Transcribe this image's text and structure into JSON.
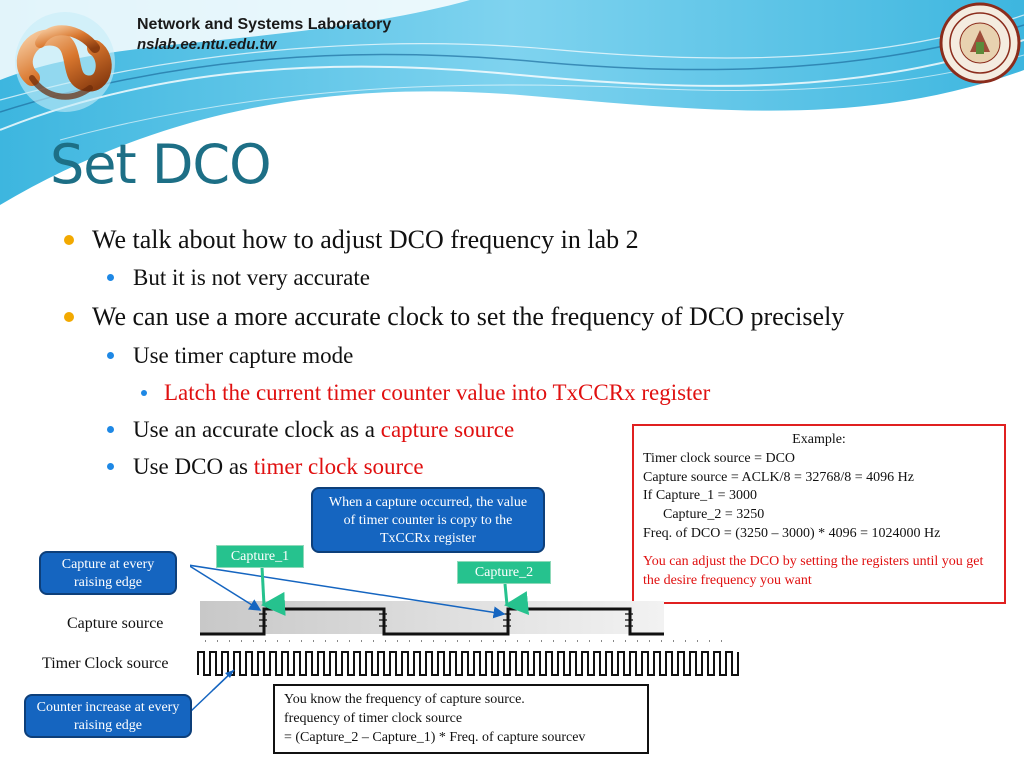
{
  "header": {
    "lab_name": "Network and Systems Laboratory",
    "lab_url": "nslab.ee.ntu.edu.tw",
    "logo_icon": "nslab-infinity-logo-icon",
    "seal_icon": "ntu-seal-icon"
  },
  "slide": {
    "title": "Set DCO",
    "bullets": {
      "b1": "We talk about how to adjust DCO frequency in lab 2",
      "b1_1": "But it is not very accurate",
      "b2": "We can use a more accurate clock to set the frequency of DCO precisely",
      "b2_1": "Use timer capture mode",
      "b2_1_1": "Latch the current timer counter value into TxCCRx register",
      "b2_2_prefix": "Use an accurate clock as a ",
      "b2_2_highlight": "capture source",
      "b2_3_prefix": "Use DCO as ",
      "b2_3_highlight": "timer clock source"
    }
  },
  "example_box": {
    "heading": "Example:",
    "line1": "Timer clock source = DCO",
    "line2": "Capture source = ACLK/8 = 32768/8 = 4096 Hz",
    "line3": "If  Capture_1 = 3000",
    "line4": "Capture_2 = 3250",
    "line5": "Freq. of DCO = (3250 – 3000) * 4096 = 1024000 Hz",
    "note": "You can adjust the DCO by setting the registers until you get the desire frequency you want"
  },
  "callouts": {
    "capture_occurred": "When a capture occurred, the value of timer counter is copy to the TxCCRx register",
    "capture_every_edge": "Capture at every raising edge",
    "counter_increase": "Counter increase at every raising edge",
    "capture_1": "Capture_1",
    "capture_2": "Capture_2"
  },
  "diagram": {
    "capture_source_label": "Capture source",
    "timer_clock_label": "Timer Clock source"
  },
  "formula_box": {
    "line1": "You know the frequency of capture source.",
    "line2": "frequency of timer clock source",
    "line3": "= (Capture_2 – Capture_1) * Freq. of capture sourcev"
  },
  "colors": {
    "title": "#1d6f86",
    "bullet_l1": "#f2a900",
    "bullet_l2": "#1e88e5",
    "highlight": "#e01010",
    "callout_blue": "#1565c0",
    "callout_green": "#26c28e"
  }
}
